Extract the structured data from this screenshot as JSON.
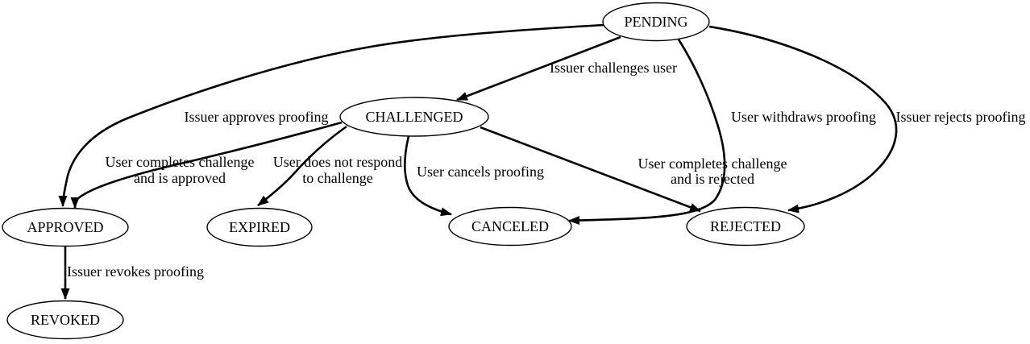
{
  "colors": {
    "background": "#ffffff",
    "line": "#000000",
    "text": "#000000"
  },
  "nodes": {
    "pending": {
      "label": "PENDING"
    },
    "challenged": {
      "label": "CHALLENGED"
    },
    "approved": {
      "label": "APPROVED"
    },
    "expired": {
      "label": "EXPIRED"
    },
    "canceled": {
      "label": "CANCELED"
    },
    "rejected": {
      "label": "REJECTED"
    },
    "revoked": {
      "label": "REVOKED"
    }
  },
  "edges": {
    "pending_challenged": {
      "from": "PENDING",
      "to": "CHALLENGED",
      "label": "Issuer challenges user"
    },
    "pending_approved": {
      "from": "PENDING",
      "to": "APPROVED",
      "label": "Issuer approves proofing"
    },
    "pending_canceled": {
      "from": "PENDING",
      "to": "CANCELED",
      "label": "User withdraws proofing"
    },
    "pending_rejected": {
      "from": "PENDING",
      "to": "REJECTED",
      "label": "Issuer rejects proofing"
    },
    "challenged_approved": {
      "from": "CHALLENGED",
      "to": "APPROVED",
      "line1": "User completes challenge",
      "line2": "and is approved"
    },
    "challenged_expired": {
      "from": "CHALLENGED",
      "to": "EXPIRED",
      "line1": "User does not respond",
      "line2": "to challenge"
    },
    "challenged_canceled": {
      "from": "CHALLENGED",
      "to": "CANCELED",
      "label": "User cancels proofing"
    },
    "challenged_rejected": {
      "from": "CHALLENGED",
      "to": "REJECTED",
      "line1": "User completes challenge",
      "line2": "and is rejected"
    },
    "approved_revoked": {
      "from": "APPROVED",
      "to": "REVOKED",
      "label": "Issuer revokes proofing"
    }
  }
}
